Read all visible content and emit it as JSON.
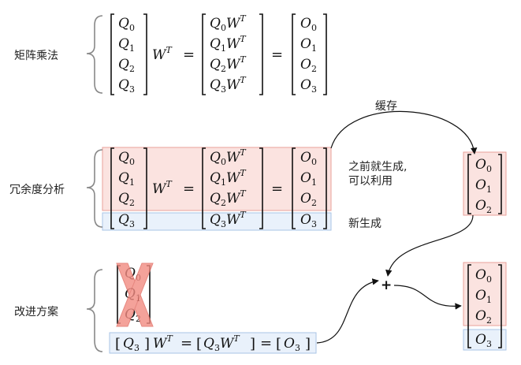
{
  "labels": {
    "row1": "矩阵乘法",
    "row2": "冗余度分析",
    "row3": "改进方案",
    "cache": "缓存",
    "reuse_line1": "之前就生成,",
    "reuse_line2": "可以利用",
    "new_gen": "新生成",
    "plus": "+"
  },
  "math": {
    "Q": "Q",
    "O": "O",
    "W": "W",
    "T": "T",
    "eq": "=",
    "lb": "[",
    "rb": "]",
    "idx": [
      "0",
      "1",
      "2",
      "3"
    ]
  },
  "colors": {
    "reused_fill": "#fbe3e0",
    "reused_stroke": "#e8a09a",
    "new_fill": "#e9f1fb",
    "new_stroke": "#a9c4e6",
    "cross": "#f28b82"
  }
}
